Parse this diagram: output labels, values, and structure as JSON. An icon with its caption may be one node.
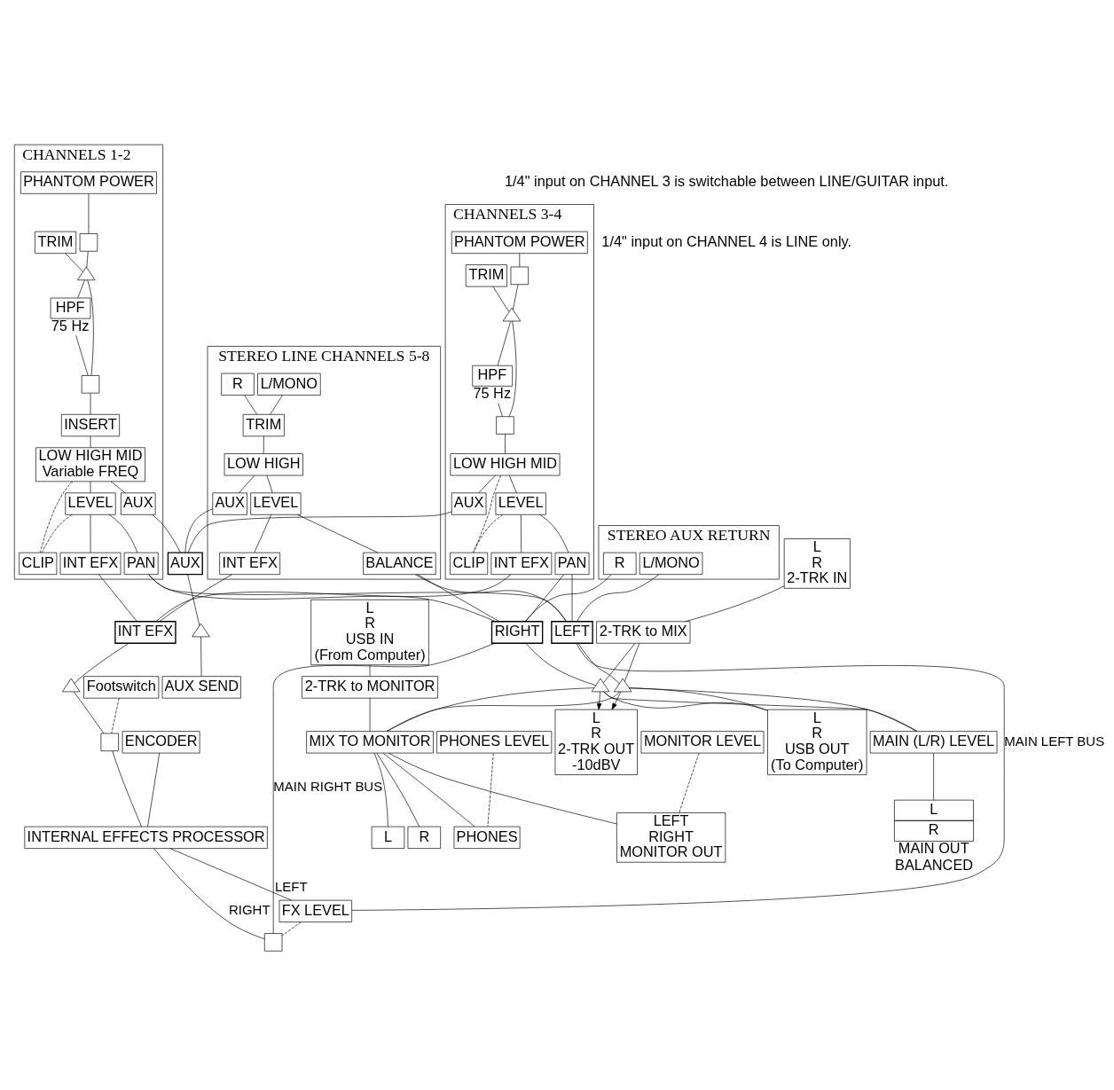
{
  "diagram": {
    "nodes": [
      {
        "text": [
          "CHANNELS 1-2"
        ]
      },
      {
        "text": [
          "PHANTOM POWER"
        ],
        "in": 0
      },
      {
        "text": [],
        "shape": "box",
        "in": 0
      },
      {
        "text": [
          "TRIM"
        ],
        "in": 0
      },
      {
        "text": [],
        "shape": "triangle",
        "in": 0
      },
      {
        "text": [
          "HPF"
        ],
        "beside": [
          "75 Hz"
        ],
        "in": 0
      },
      {
        "text": [],
        "shape": "box",
        "in": 0
      },
      {
        "text": [
          "INSERT"
        ],
        "in": 0
      },
      {
        "text": [
          "LOW HIGH MID",
          "Variable FREQ"
        ],
        "in": 0
      },
      {
        "text": [
          "AUX"
        ],
        "in": 0
      },
      {
        "text": [
          "LEVEL"
        ],
        "in": 0
      },
      {
        "text": [
          "INT EFX"
        ],
        "in": 0
      },
      {
        "text": [
          "PAN"
        ],
        "in": 0
      },
      {
        "text": [
          "CLIP"
        ],
        "in": 0
      },
      {
        "text": [
          "CHANNELS 3-4"
        ]
      },
      {
        "text": [
          "PHANTOM POWER"
        ],
        "in": 14
      },
      {
        "text": [],
        "shape": "box",
        "in": 14
      },
      {
        "text": [
          "TRIM"
        ],
        "in": 14
      },
      {
        "text": [],
        "shape": "triangle",
        "in": 14
      },
      {
        "text": [
          "HPF"
        ],
        "beside": [
          "75 Hz"
        ],
        "in": 14
      },
      {
        "text": [],
        "shape": "box",
        "in": 14
      },
      {
        "text": [
          "LOW HIGH MID"
        ],
        "in": 14
      },
      {
        "text": [
          "AUX"
        ],
        "in": 14
      },
      {
        "text": [
          "LEVEL"
        ],
        "in": 14
      },
      {
        "text": [
          "INT EFX"
        ],
        "in": 14
      },
      {
        "text": [
          "PAN"
        ],
        "in": 14
      },
      {
        "text": [
          "CLIP"
        ],
        "in": 14
      },
      {
        "text": [
          "STEREO LINE CHANNELS 5-8"
        ]
      },
      {
        "text": [
          "L/MONO"
        ],
        "in": 27
      },
      {
        "text": [
          "R"
        ],
        "in": 27
      },
      {
        "text": [
          "TRIM"
        ],
        "in": 27
      },
      {
        "text": [
          "LOW HIGH"
        ],
        "in": 27
      },
      {
        "text": [
          "AUX"
        ],
        "in": 27
      },
      {
        "text": [
          "LEVEL"
        ],
        "in": 27
      },
      {
        "text": [
          "INT EFX"
        ],
        "in": 27
      },
      {
        "text": [
          "BALANCE"
        ],
        "in": 27
      },
      {
        "text": [
          "STEREO AUX RETURN"
        ]
      },
      {
        "text": [
          "L/MONO"
        ],
        "in": 36
      },
      {
        "text": [
          "R"
        ],
        "in": 36
      },
      {
        "text": [
          "AUX"
        ]
      },
      {
        "text": [
          "INT EFX"
        ]
      },
      {
        "text": [
          "LEFT"
        ]
      },
      {
        "text": [
          "RIGHT"
        ]
      },
      {
        "text": [],
        "shape": "triangle"
      },
      {
        "text": [
          "AUX SEND"
        ]
      },
      {
        "text": [
          "PHONES LEVEL"
        ]
      },
      {
        "text": [
          "PHONES"
        ]
      },
      {
        "text": [
          "L"
        ]
      },
      {
        "text": [
          "R"
        ]
      },
      {
        "text": [
          "MONITOR LEVEL"
        ]
      },
      {
        "text": [
          "LEFT",
          "RIGHT",
          "MONITOR OUT"
        ]
      },
      {
        "text": [
          "MIX TO MONITOR"
        ]
      },
      {
        "text": [
          "2-TRK to MONITOR"
        ]
      },
      {
        "text": [
          "2-TRK to MIX"
        ]
      },
      {
        "text": [
          "L",
          "R",
          "2-TRK IN"
        ]
      },
      {
        "text": [
          "L",
          "R",
          "USB IN",
          "(From Computer)"
        ]
      },
      {
        "text": [
          "MAIN (L/R) LEVEL"
        ]
      },
      {
        "text": [],
        "shape": "triangle"
      },
      {
        "text": [],
        "shape": "triangle"
      },
      {
        "text": [
          "L",
          "R"
        ],
        "beside": [
          "MAIN OUT",
          "BALANCED"
        ]
      },
      {
        "text": [
          "L",
          "R",
          "2-TRK OUT",
          "-10dBV"
        ]
      },
      {
        "text": [
          "L",
          "R",
          "USB OUT",
          "(To Computer)"
        ]
      },
      {
        "text": [
          "Footswitch"
        ]
      },
      {
        "text": [
          "ENCODER"
        ]
      },
      {
        "text": [
          "INTERNAL EFFECTS PROCESSOR"
        ]
      },
      {
        "text": [],
        "shape": "triangle"
      },
      {
        "text": [],
        "shape": "box"
      },
      {
        "text": [
          "FX LEVEL"
        ]
      },
      {
        "text": [],
        "shape": "box"
      }
    ],
    "edges": [
      {
        "from": 1,
        "to": 2,
        "arrow": "none"
      },
      {
        "from": 2,
        "to": 4,
        "arrow": "none"
      },
      {
        "from": 3,
        "to": 4,
        "arrow": "none"
      },
      {
        "from": 4,
        "to": 5,
        "arrow": "none"
      },
      {
        "from": 5,
        "to": 6,
        "arrow": "none"
      },
      {
        "from": 4,
        "to": 6,
        "arrow": "none"
      },
      {
        "from": 6,
        "to": 7,
        "arrow": "none"
      },
      {
        "from": 7,
        "to": 8,
        "arrow": "none"
      },
      {
        "from": 8,
        "to": 9,
        "arrow": "none"
      },
      {
        "from": 8,
        "to": 10,
        "arrow": "none"
      },
      {
        "from": 10,
        "to": 11,
        "arrow": "none"
      },
      {
        "from": 10,
        "to": 12,
        "arrow": "none"
      },
      {
        "from": 8,
        "to": 13,
        "arrow": "none",
        "style": "dashed"
      },
      {
        "from": 10,
        "to": 13,
        "arrow": "none",
        "style": "dashed"
      },
      {
        "from": 9,
        "to": 39,
        "arrow": "none"
      },
      {
        "from": 11,
        "to": 40,
        "arrow": "none"
      },
      {
        "from": 12,
        "to": 41,
        "arrow": "none"
      },
      {
        "from": 12,
        "to": 42,
        "arrow": "none"
      },
      {
        "from": 15,
        "to": 16,
        "arrow": "none"
      },
      {
        "from": 16,
        "to": 18,
        "arrow": "none"
      },
      {
        "from": 17,
        "to": 18,
        "arrow": "none"
      },
      {
        "from": 18,
        "to": 19,
        "arrow": "none"
      },
      {
        "from": 19,
        "to": 20,
        "arrow": "none"
      },
      {
        "from": 18,
        "to": 20,
        "arrow": "none"
      },
      {
        "from": 20,
        "to": 21,
        "arrow": "none"
      },
      {
        "from": 21,
        "to": 22,
        "arrow": "none"
      },
      {
        "from": 21,
        "to": 23,
        "arrow": "none"
      },
      {
        "from": 23,
        "to": 24,
        "arrow": "none"
      },
      {
        "from": 23,
        "to": 25,
        "arrow": "none"
      },
      {
        "from": 21,
        "to": 26,
        "arrow": "none",
        "style": "dashed"
      },
      {
        "from": 23,
        "to": 26,
        "arrow": "none",
        "style": "dashed"
      },
      {
        "from": 22,
        "to": 39,
        "arrow": "none"
      },
      {
        "from": 24,
        "to": 40,
        "arrow": "none"
      },
      {
        "from": 25,
        "to": 41,
        "arrow": "none"
      },
      {
        "from": 25,
        "to": 42,
        "arrow": "none"
      },
      {
        "from": 28,
        "to": 30,
        "arrow": "none"
      },
      {
        "from": 29,
        "to": 30,
        "arrow": "none"
      },
      {
        "from": 30,
        "to": 31,
        "arrow": "none"
      },
      {
        "from": 31,
        "to": 32,
        "arrow": "none"
      },
      {
        "from": 31,
        "to": 33,
        "arrow": "none"
      },
      {
        "from": 33,
        "to": 34,
        "arrow": "none"
      },
      {
        "from": 33,
        "to": 35,
        "arrow": "none"
      },
      {
        "from": 32,
        "to": 39,
        "arrow": "none"
      },
      {
        "from": 34,
        "to": 40,
        "arrow": "none"
      },
      {
        "from": 35,
        "to": 41,
        "arrow": "none"
      },
      {
        "from": 35,
        "to": 42,
        "arrow": "none"
      },
      {
        "from": 37,
        "to": 41,
        "arrow": "none"
      },
      {
        "from": 38,
        "to": 42,
        "arrow": "none"
      },
      {
        "from": 39,
        "to": 43,
        "arrow": "none"
      },
      {
        "from": 43,
        "to": 44,
        "arrow": "none"
      },
      {
        "from": 41,
        "to": 57,
        "arrow": "none"
      },
      {
        "from": 42,
        "to": 58,
        "arrow": "none"
      },
      {
        "from": 57,
        "to": 51,
        "arrow": "none"
      },
      {
        "from": 58,
        "to": 51,
        "arrow": "none"
      },
      {
        "from": 51,
        "to": 47,
        "arrow": "none"
      },
      {
        "from": 51,
        "to": 48,
        "arrow": "none"
      },
      {
        "from": 51,
        "to": 50,
        "arrow": "none"
      },
      {
        "from": 49,
        "to": 50,
        "arrow": "none",
        "style": "dashed"
      },
      {
        "from": 51,
        "to": 46,
        "arrow": "none"
      },
      {
        "from": 45,
        "to": 46,
        "arrow": "none",
        "style": "dashed"
      },
      {
        "from": 55,
        "to": 52,
        "arrow": "none"
      },
      {
        "from": 52,
        "to": 51,
        "arrow": "none"
      },
      {
        "from": 54,
        "to": 53,
        "arrow": "none"
      },
      {
        "from": 53,
        "to": 57,
        "arrow": "none"
      },
      {
        "from": 53,
        "to": 58,
        "arrow": "none"
      },
      {
        "from": 57,
        "to": 56,
        "arrow": "none"
      },
      {
        "from": 58,
        "to": 56,
        "arrow": "none"
      },
      {
        "from": 56,
        "to": 59,
        "arrow": "none"
      },
      {
        "from": 57,
        "to": 60,
        "arrow": "to"
      },
      {
        "from": 58,
        "to": 60,
        "arrow": "to"
      },
      {
        "from": 57,
        "to": 61,
        "arrow": "none"
      },
      {
        "from": 58,
        "to": 61,
        "arrow": "none"
      },
      {
        "from": 40,
        "to": 65,
        "arrow": "none"
      },
      {
        "from": 65,
        "to": 66,
        "arrow": "none"
      },
      {
        "from": 62,
        "to": 66,
        "arrow": "none",
        "style": "dashed"
      },
      {
        "from": 66,
        "to": 64,
        "arrow": "none"
      },
      {
        "from": 63,
        "to": 64,
        "arrow": "none"
      },
      {
        "from": 64,
        "to": 67,
        "label": "LEFT",
        "arrow": "none"
      },
      {
        "from": 64,
        "to": 68,
        "label": "RIGHT",
        "arrow": "none"
      },
      {
        "from": 41,
        "to": 67,
        "label": "MAIN LEFT BUS",
        "arrow": "none"
      },
      {
        "from": 42,
        "to": 68,
        "label": "MAIN RIGHT BUS",
        "arrow": "none"
      },
      {
        "from": 67,
        "to": 68,
        "arrow": "none",
        "style": "dashed"
      }
    ],
    "labels": [
      "1/4\" input on CHANNEL 3 is switchable between LINE/GUITAR input.",
      "1/4\" input on CHANNEL 4 is LINE only."
    ]
  }
}
